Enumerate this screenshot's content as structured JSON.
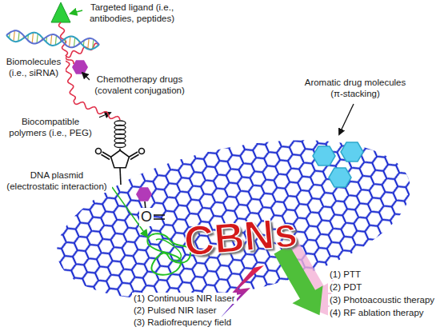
{
  "diagram": {
    "labels": [
      "Targeted ligand (i.e., antibodies, peptides)",
      "Biomolecules (i.e., siRNA)",
      "Chemotherapy drugs (covalent conjugation)",
      "Biocompatible polymers (i.e., PEG)",
      "Aromatic drug molecules (π-stacking)",
      "DNA plasmid (electrostatic interaction)",
      "O",
      "CBNs",
      "(1) Continuous NIR laser",
      "(2) Pulsed NIR laser",
      "(3) Radiofrequency field",
      "(1) PTT",
      "(2) PDT",
      "(3) Photoacoustic therapy",
      "(4) RF ablation therapy"
    ]
  }
}
